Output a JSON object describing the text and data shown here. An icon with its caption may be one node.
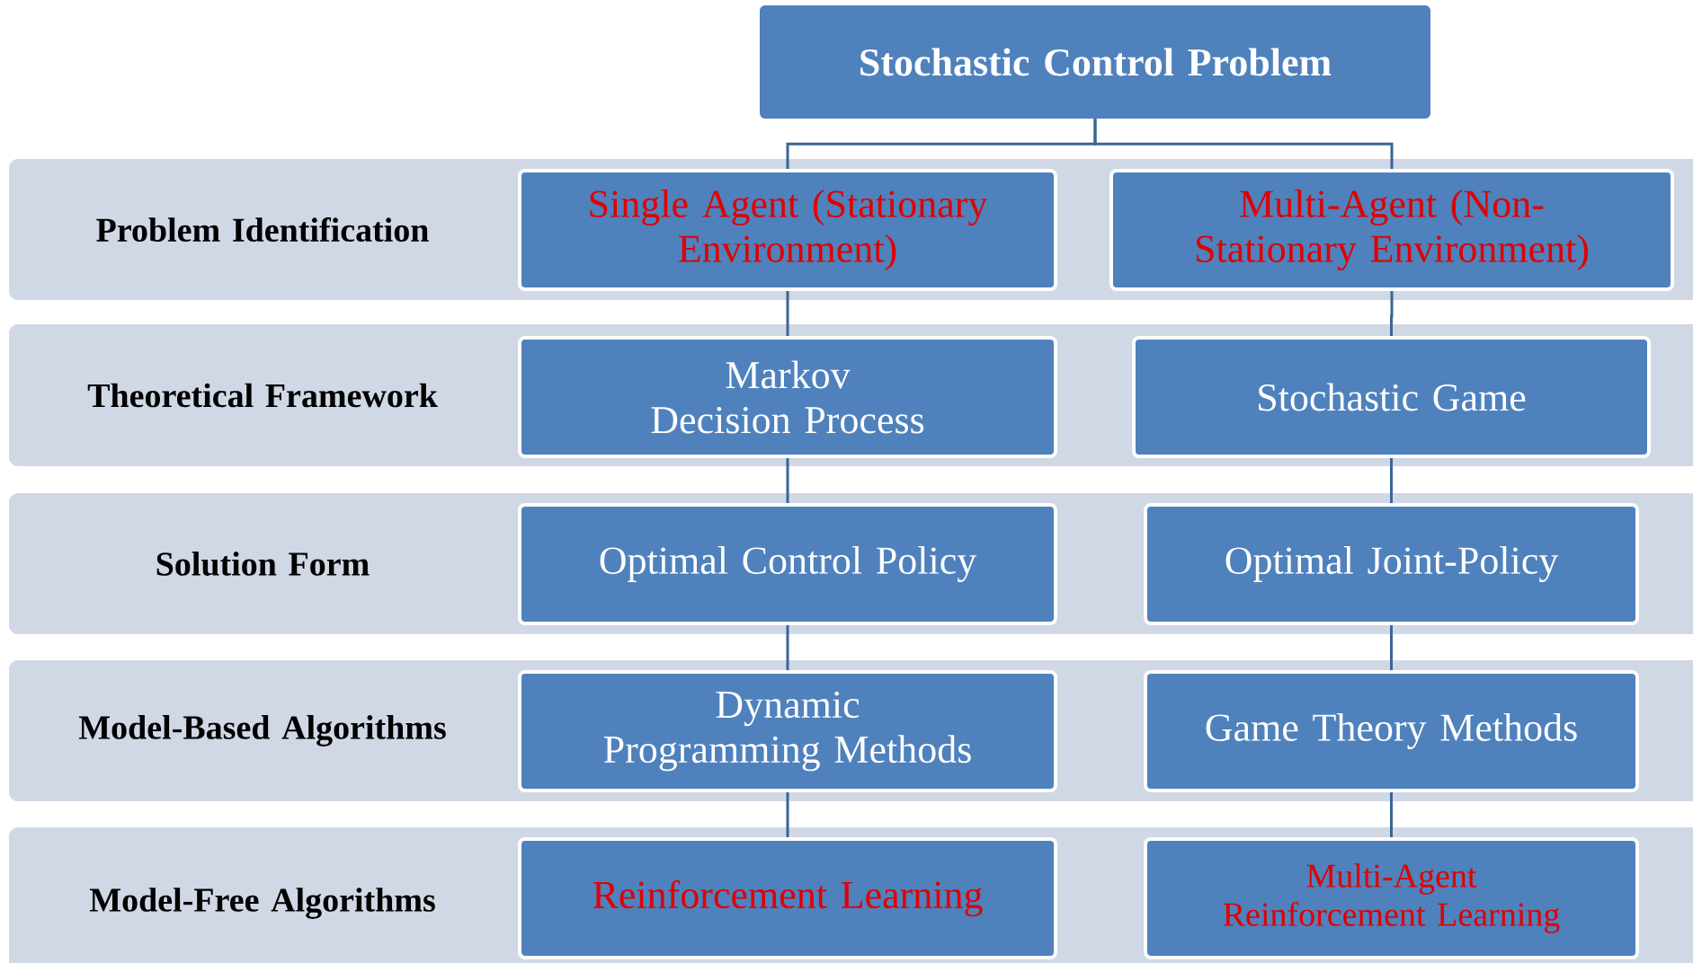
{
  "diagram": {
    "nodes": [
      {
        "text": [
          "Stochastic Control Problem"
        ]
      },
      {
        "text": [
          "Problem Identification"
        ]
      },
      {
        "text": [
          "Single Agent (Stationary Environment)"
        ],
        "in": 1
      },
      {
        "text": [
          "Multi-Agent (Non-Stationary Environment)"
        ],
        "in": 1
      },
      {
        "text": [
          "Theoretical Framework"
        ]
      },
      {
        "text": [
          "Markov Decision Process"
        ],
        "in": 4
      },
      {
        "text": [
          "Stochastic Game"
        ],
        "in": 4
      },
      {
        "text": [
          "Solution Form"
        ]
      },
      {
        "text": [
          "Optimal Control Policy"
        ],
        "in": 7
      },
      {
        "text": [
          "Optimal Joint-Policy"
        ],
        "in": 7
      },
      {
        "text": [
          "Model-Based Algorithms"
        ]
      },
      {
        "text": [
          "Dynamic Programming Methods"
        ],
        "in": 10
      },
      {
        "text": [
          "Game Theory Methods"
        ],
        "in": 10
      },
      {
        "text": [
          "Model-Free Algorithms"
        ]
      },
      {
        "text": [
          "Reinforcement Learning"
        ],
        "in": 13
      },
      {
        "text": [
          "Multi-Agent Reinforcement Learning"
        ],
        "in": 13
      }
    ],
    "edges": [
      {
        "from": 0,
        "to": 2,
        "arrow": "none"
      },
      {
        "from": 0,
        "to": 3,
        "arrow": "none"
      },
      {
        "from": 2,
        "to": 5,
        "arrow": "none"
      },
      {
        "from": 3,
        "to": 6,
        "arrow": "none"
      },
      {
        "from": 5,
        "to": 8,
        "arrow": "none"
      },
      {
        "from": 6,
        "to": 9,
        "arrow": "none"
      },
      {
        "from": 8,
        "to": 11,
        "arrow": "none"
      },
      {
        "from": 9,
        "to": 12,
        "arrow": "none"
      },
      {
        "from": 11,
        "to": 14,
        "arrow": "none"
      },
      {
        "from": 12,
        "to": 15,
        "arrow": "none"
      }
    ]
  }
}
